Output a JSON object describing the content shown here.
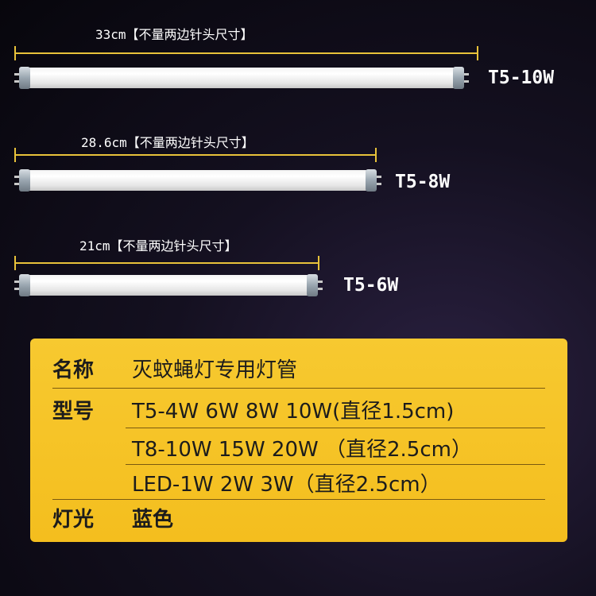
{
  "tubes": [
    {
      "dimension": "33cm【不量两边针头尺寸】",
      "model": "T5-10W"
    },
    {
      "dimension": "28.6cm【不量两边针头尺寸】",
      "model": "T5-8W"
    },
    {
      "dimension": "21cm【不量两边针头尺寸】",
      "model": "T5-6W"
    }
  ],
  "spec": {
    "name": {
      "label": "名称",
      "value": "灭蚊蝇灯专用灯管"
    },
    "model": {
      "label": "型号",
      "values": [
        "T5-4W 6W 8W 10W(直径1.5cm)",
        "T8-10W 15W 20W （直径2.5cm）",
        "LED-1W  2W  3W（直径2.5cm）"
      ]
    },
    "light": {
      "label": "灯光",
      "value": "蓝色"
    }
  },
  "colors": {
    "panel": "#f5c225",
    "dimension_line": "#e8c23a",
    "background": "#0d0b14"
  }
}
